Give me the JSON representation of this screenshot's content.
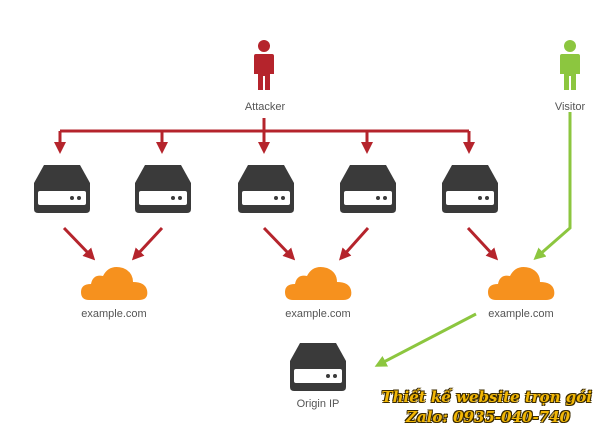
{
  "labels": {
    "attacker": "Attacker",
    "visitor": "Visitor",
    "cloud_1": "example.com",
    "cloud_2": "example.com",
    "cloud_3": "example.com",
    "origin": "Origin IP"
  },
  "watermark": {
    "line1": "Thiết kế website trọn gói",
    "line2": "Zalo: 0935-040-740"
  },
  "colors": {
    "attack": "#b5242c",
    "visitor": "#8cc63f",
    "server": "#3a3a3a",
    "cloud": "#f6911e",
    "text": "#555555",
    "watermark": "#f2b705"
  },
  "icons": {
    "attacker": "person-icon",
    "visitor": "person-icon",
    "servers": "server-icon",
    "clouds": "cloud-icon",
    "origin": "server-icon"
  }
}
